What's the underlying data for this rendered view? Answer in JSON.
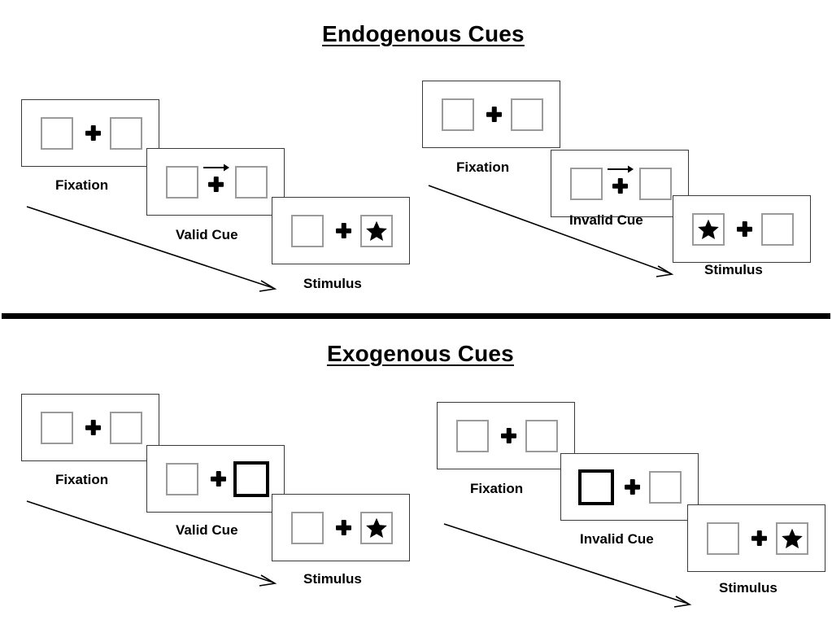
{
  "figure": {
    "background_color": "#ffffff",
    "line_color": "#3a3a3a",
    "placeholder_border_color": "#9b9b9b",
    "cued_border_color": "#000000",
    "star_color": "#000000",
    "divider_color": "#000000"
  },
  "sections": [
    {
      "id": "endogenous",
      "title": "Endogenous Cues",
      "cue_type": "arrow",
      "sequences": [
        {
          "id": "endogenous-valid",
          "side": "left",
          "panels": [
            {
              "caption": "Fixation",
              "left_box": "empty",
              "right_box": "empty",
              "cue": "none"
            },
            {
              "caption": "Valid Cue",
              "left_box": "empty",
              "right_box": "empty",
              "cue": "arrow-right"
            },
            {
              "caption": "Stimulus",
              "left_box": "empty",
              "right_box": "star",
              "cue": "none"
            }
          ]
        },
        {
          "id": "endogenous-invalid",
          "side": "right",
          "panels": [
            {
              "caption": "Fixation",
              "left_box": "empty",
              "right_box": "empty",
              "cue": "none"
            },
            {
              "caption": "Invalid Cue",
              "left_box": "empty",
              "right_box": "empty",
              "cue": "arrow-right"
            },
            {
              "caption": "Stimulus",
              "left_box": "star",
              "right_box": "empty",
              "cue": "none"
            }
          ]
        }
      ]
    },
    {
      "id": "exogenous",
      "title": "Exogenous Cues",
      "cue_type": "box-highlight",
      "sequences": [
        {
          "id": "exogenous-valid",
          "side": "left",
          "panels": [
            {
              "caption": "Fixation",
              "left_box": "empty",
              "right_box": "empty",
              "cue": "none"
            },
            {
              "caption": "Valid Cue",
              "left_box": "empty",
              "right_box": "cued",
              "cue": "none"
            },
            {
              "caption": "Stimulus",
              "left_box": "empty",
              "right_box": "star",
              "cue": "none"
            }
          ]
        },
        {
          "id": "exogenous-invalid",
          "side": "right",
          "panels": [
            {
              "caption": "Fixation",
              "left_box": "empty",
              "right_box": "empty",
              "cue": "none"
            },
            {
              "caption": "Invalid Cue",
              "left_box": "cued",
              "right_box": "empty",
              "cue": "none"
            },
            {
              "caption": "Stimulus",
              "left_box": "empty",
              "right_box": "star",
              "cue": "none"
            }
          ]
        }
      ]
    }
  ]
}
